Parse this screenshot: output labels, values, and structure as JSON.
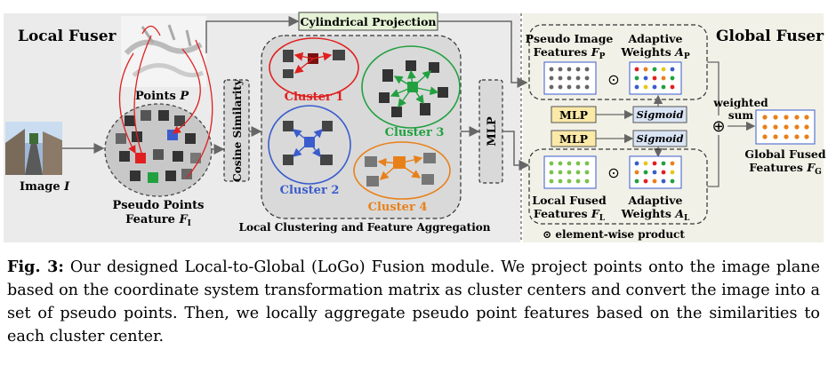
{
  "figure": {
    "local_fuser_title": "Local Fuser",
    "global_fuser_title": "Global Fuser",
    "points_label": "Points",
    "points_symbol": "P",
    "image_label": "Image",
    "image_symbol": "I",
    "pseudo_points_line1": "Pseudo Points",
    "pseudo_points_line2": "Feature",
    "pseudo_points_symbol": "F",
    "pseudo_points_sub": "I",
    "cosine_similarity": "Cosine Similarity",
    "cylindrical_projection": "Cylindrical Projection",
    "clusters": [
      "Cluster 1",
      "Cluster 2",
      "Cluster 3",
      "Cluster 4"
    ],
    "local_clustering": "Local Clustering and Feature Aggregation",
    "mlp_vertical": "MLP",
    "pseudo_image_line1": "Pseudo Image",
    "pseudo_image_line2": "Features",
    "pseudo_image_symbol": "F",
    "pseudo_image_sub": "P",
    "adaptive_weights_p_line1": "Adaptive",
    "adaptive_weights_p_line2": "Weights",
    "adaptive_weights_p_symbol": "A",
    "adaptive_weights_p_sub": "P",
    "mlp": "MLP",
    "sigmoid": "Sigmoid",
    "local_fused_line1": "Local Fused",
    "local_fused_line2": "Features",
    "local_fused_symbol": "F",
    "local_fused_sub": "L",
    "adaptive_weights_l_line1": "Adaptive",
    "adaptive_weights_l_line2": "Weights",
    "adaptive_weights_l_symbol": "A",
    "adaptive_weights_l_sub": "L",
    "weighted_line1": "weighted",
    "weighted_line2": "sum",
    "global_fused_line1": "Global Fused",
    "global_fused_line2": "Features",
    "global_fused_symbol": "F",
    "global_fused_sub": "G",
    "elementwise_note": "⊙ element-wise product",
    "odot": "⊙",
    "oplus": "⊕"
  },
  "caption": {
    "label": "Fig. 3:",
    "text": "Our designed Local-to-Global (LoGo) Fusion module. We project points onto the image plane based on the coordinate system transformation matrix as cluster centers and convert the image into a set of pseudo points. Then, we locally aggregate pseudo point features based on the similarities to each cluster center."
  },
  "colors": {
    "cluster1": "#e02020",
    "cluster2": "#3a5ccc",
    "cluster3": "#22a040",
    "cluster4": "#e8801a",
    "panel_bg": "#ebebeb",
    "global_bg": "#f0f0e6",
    "mlp_fill": "#fbe9a8",
    "sigmoid_fill": "#d9e4f5",
    "proj_fill": "#e6f2d6"
  }
}
